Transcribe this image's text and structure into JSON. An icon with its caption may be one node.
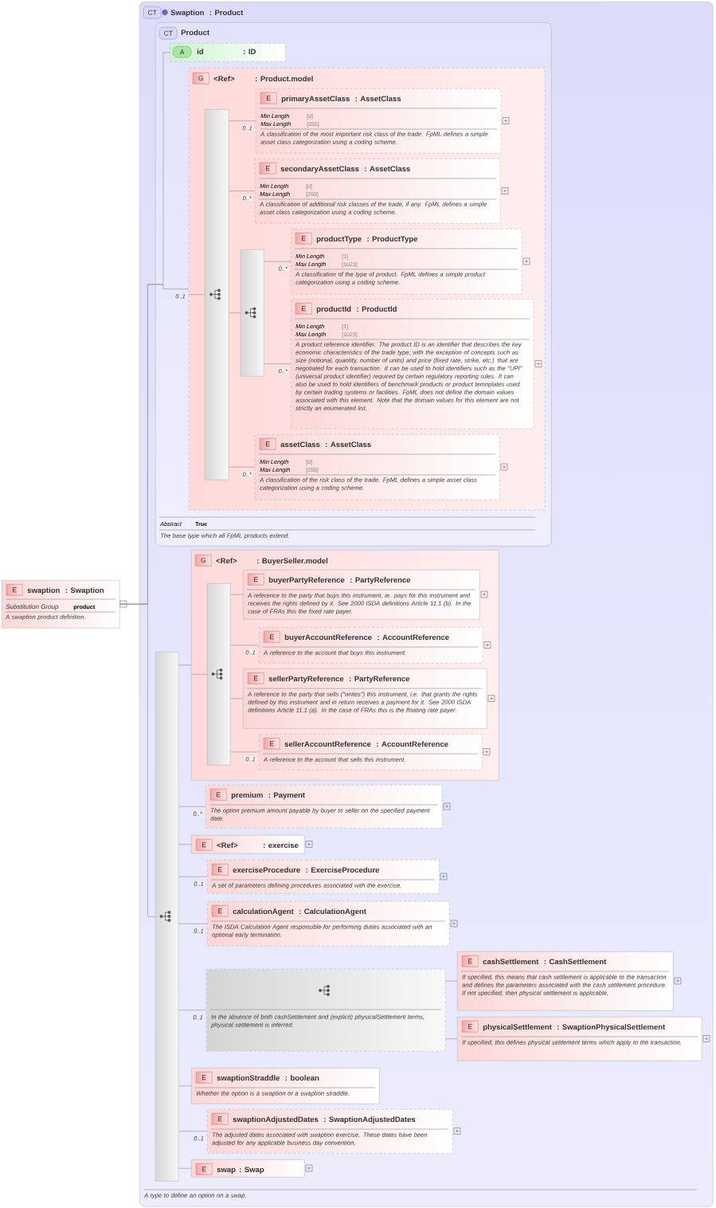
{
  "diagram": {
    "nodes": [
      {
        "text": [
          "E",
          "swaption",
          ": Swaption",
          "Substitution Group",
          "product",
          "A swaption product definition."
        ]
      },
      {
        "text": [
          "CT",
          "Swaption",
          ": Product",
          "A type to define an option on a swap."
        ]
      },
      {
        "text": [
          "CT",
          "Product",
          "Abstract",
          "True",
          "The base type which all FpML products extend."
        ],
        "in": 1
      },
      {
        "text": [
          "A",
          "id",
          ": ID"
        ],
        "in": 2
      },
      {
        "text": [
          "G",
          "<Ref>",
          ": Product.model"
        ],
        "in": 2
      },
      {
        "text": [],
        "shape": "bar",
        "in": 4
      },
      {
        "text": [
          "E",
          "primaryAssetClass",
          ": AssetClass",
          "Min Length",
          "[0]",
          "Max Length",
          "[255]",
          "A classification of the most important risk class of the trade. FpML defines a simple asset class categorization using a coding scheme."
        ],
        "in": 4
      },
      {
        "text": [
          "E",
          "secondaryAssetClass",
          ": AssetClass",
          "Min Length",
          "[0]",
          "Max Length",
          "[255]",
          "A classification of additional risk classes of the trade, if any. FpML defines a simple asset class categorization using a coding scheme."
        ],
        "in": 4
      },
      {
        "text": [],
        "shape": "bar",
        "in": 4
      },
      {
        "text": [
          "E",
          "productType",
          ": ProductType",
          "Min Length",
          "[1]",
          "Max Length",
          "[1023]",
          "A classification of the type of product. FpML defines a simple product categorization using a coding scheme."
        ],
        "in": 4
      },
      {
        "text": [
          "E",
          "productId",
          ": ProductId",
          "Min Length",
          "[1]",
          "Max Length",
          "[1023]",
          "A product reference identifier. The product ID is an identifier that describes the key economic characteristics of the trade type, with the exception of concepts such as size (notional, quantity, number of units) and price (fixed rate, strike, etc.) that are negotiated for each transaction. It can be used to hold identifiers such as the \"UPI\" (universal product identifier) required by certain regulatory reporting rules. It can also be used to hold identifiers of benchmark products or product temnplates used by certain trading systems or facilities. FpML does not define the domain values associated with this element. Note that the domain values for this element are not strictly an enumerated list."
        ],
        "in": 4
      },
      {
        "text": [
          "E",
          "assetClass",
          ": AssetClass",
          "Min Length",
          "[0]",
          "Max Length",
          "[255]",
          "A classification of the risk class of the trade. FpML defines a simple asset class categorization using a coding scheme."
        ],
        "in": 4
      },
      {
        "text": [
          "G",
          "<Ref>",
          ": BuyerSeller.model"
        ],
        "in": 1
      },
      {
        "text": [],
        "shape": "bar",
        "in": 12
      },
      {
        "text": [
          "E",
          "buyerPartyReference",
          ": PartyReference",
          "A reference to the party that buys this instrument, ie. pays for this instrument and receives the rights defined by it. See 2000 ISDA definitions Article 11.1 (b). In the case of FRAs this the fixed rate payer."
        ],
        "in": 12
      },
      {
        "text": [
          "E",
          "buyerAccountReference",
          ": AccountReference",
          "A reference to the account that buys this instrument."
        ],
        "in": 12
      },
      {
        "text": [
          "E",
          "sellerPartyReference",
          ": PartyReference",
          "A reference to the party that sells (\"writes\") this instrument, i.e. that grants the rights defined by this instrument and in return receives a payment for it. See 2000 ISDA definitions Article 11.1 (a). In the case of FRAs this is the floating rate payer."
        ],
        "in": 12
      },
      {
        "text": [
          "E",
          "sellerAccountReference",
          ": AccountReference",
          "A reference to the account that sells this instrument."
        ],
        "in": 12
      },
      {
        "text": [],
        "shape": "bar",
        "in": 1
      },
      {
        "text": [
          "E",
          "premium",
          ": Payment",
          "The option premium amount payable by buyer to seller on the specified payment date."
        ],
        "in": 1
      },
      {
        "text": [
          "E",
          "<Ref>",
          ": exercise"
        ],
        "in": 1
      },
      {
        "text": [
          "E",
          "exerciseProcedure",
          ": ExerciseProcedure",
          "A set of parameters defining procedures associated with the exercise."
        ],
        "in": 1
      },
      {
        "text": [
          "E",
          "calculationAgent",
          ": CalculationAgent",
          "The ISDA Calculation Agent responsible for performing duties associated with an optional early termination."
        ],
        "in": 1
      },
      {
        "text": [
          "In the absence of both cashSettlement and (explicit) physicalSettlement terms, physical settlement is inferred."
        ],
        "in": 1
      },
      {
        "text": [
          "E",
          "cashSettlement",
          ": CashSettlement",
          "If specified, this means that cash settlement is applicable to the transaction and defines the parameters associated with the cash settlement procedure. If not specified, then physical settlement is applicable."
        ],
        "in": 1
      },
      {
        "text": [
          "E",
          "physicalSettlement",
          ": SwaptionPhysicalSettlement",
          "If specified, this defines physical settlement terms which apply to the transaction."
        ],
        "in": 1
      },
      {
        "text": [
          "E",
          "swaptionStraddle",
          ": boolean",
          "Whether the option is a swaption or a swaption straddle."
        ],
        "in": 1
      },
      {
        "text": [
          "E",
          "swaptionAdjustedDates",
          ": SwaptionAdjustedDates",
          "The adjusted dates associated with swaption exercise. These dates have been adjusted for any applicable business day convention."
        ],
        "in": 1
      },
      {
        "text": [
          "E",
          "swap",
          ": Swap"
        ],
        "in": 1
      }
    ],
    "edges": [
      {
        "from": 0,
        "to": 3,
        "arrow": "none"
      },
      {
        "from": 0,
        "to": 4,
        "arrow": "none",
        "label": "0..1"
      },
      {
        "from": 4,
        "to": 5,
        "arrow": "none"
      },
      {
        "from": 5,
        "to": 6,
        "arrow": "none",
        "label": "0..1"
      },
      {
        "from": 5,
        "to": 7,
        "arrow": "none",
        "label": "0..*"
      },
      {
        "from": 5,
        "to": 8,
        "arrow": "none"
      },
      {
        "from": 8,
        "to": 9,
        "arrow": "none",
        "label": "0..*"
      },
      {
        "from": 8,
        "to": 10,
        "arrow": "none",
        "label": "0..*"
      },
      {
        "from": 5,
        "to": 11,
        "arrow": "none",
        "label": "0..*"
      },
      {
        "from": 0,
        "to": 18,
        "arrow": "none"
      },
      {
        "from": 18,
        "to": 12,
        "arrow": "none"
      },
      {
        "from": 12,
        "to": 13,
        "arrow": "none"
      },
      {
        "from": 13,
        "to": 14,
        "arrow": "none"
      },
      {
        "from": 13,
        "to": 15,
        "arrow": "none",
        "label": "0..1"
      },
      {
        "from": 13,
        "to": 16,
        "arrow": "none"
      },
      {
        "from": 13,
        "to": 17,
        "arrow": "none",
        "label": "0..1"
      },
      {
        "from": 18,
        "to": 19,
        "arrow": "none",
        "label": "0..*"
      },
      {
        "from": 18,
        "to": 20,
        "arrow": "none"
      },
      {
        "from": 18,
        "to": 21,
        "arrow": "none",
        "label": "0..1"
      },
      {
        "from": 18,
        "to": 22,
        "arrow": "none",
        "label": "0..1"
      },
      {
        "from": 18,
        "to": 23,
        "arrow": "none",
        "label": "0..1"
      },
      {
        "from": 23,
        "to": 24,
        "arrow": "none"
      },
      {
        "from": 23,
        "to": 25,
        "arrow": "none"
      },
      {
        "from": 18,
        "to": 26,
        "arrow": "none"
      },
      {
        "from": 18,
        "to": 27,
        "arrow": "none",
        "label": "0..1"
      },
      {
        "from": 18,
        "to": 28,
        "arrow": "none"
      }
    ]
  }
}
